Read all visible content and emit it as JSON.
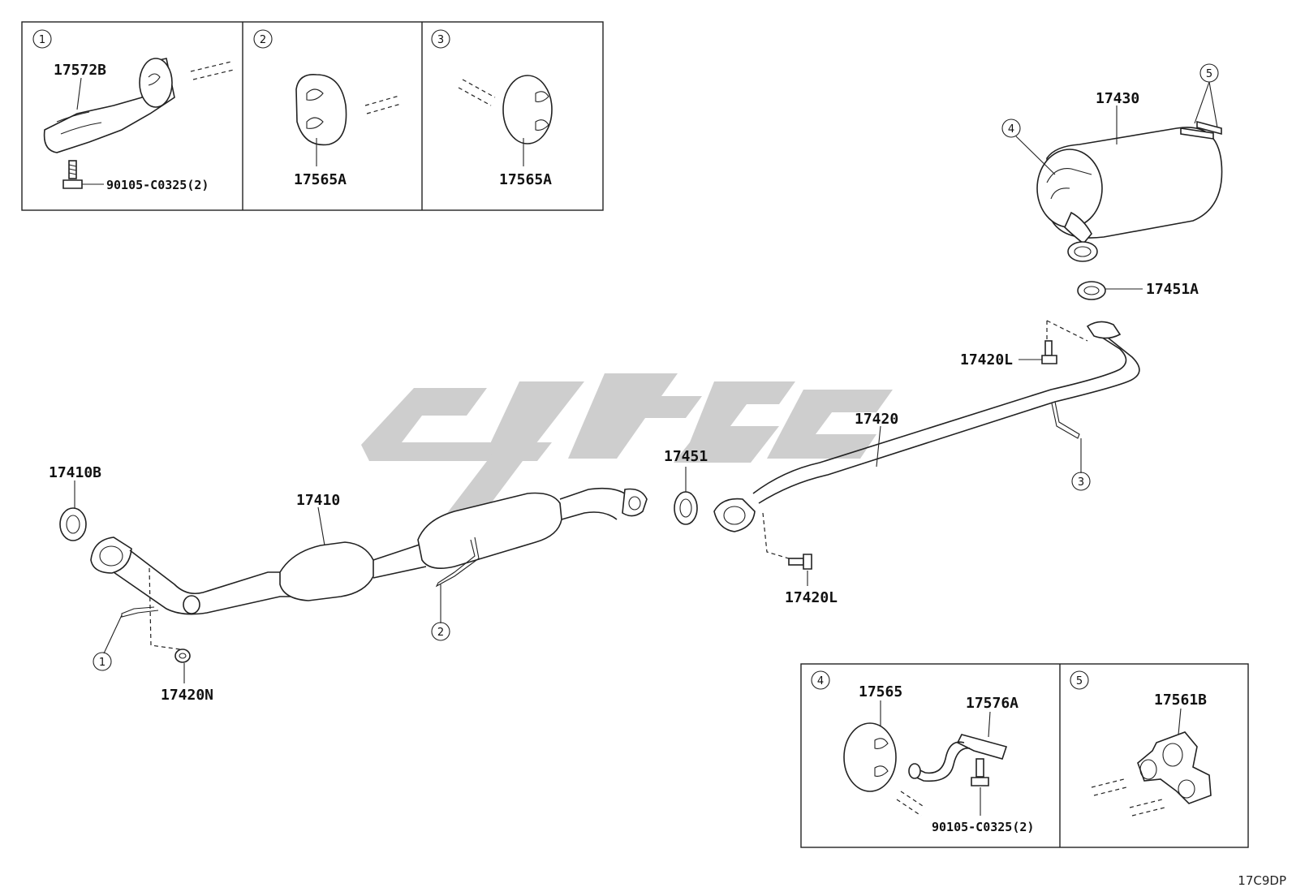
{
  "diagram": {
    "labels": {
      "p17572B": "17572B",
      "p90105_a": "90105-C0325(2)",
      "p17565A_a": "17565A",
      "p17565A_b": "17565A",
      "p17430": "17430",
      "p17451A": "17451A",
      "p17420L_a": "17420L",
      "p17420": "17420",
      "p17451": "17451",
      "p17410B": "17410B",
      "p17410": "17410",
      "p17420L_b": "17420L",
      "p17420N": "17420N",
      "p17565": "17565",
      "p17576A": "17576A",
      "p90105_b": "90105-C0325(2)",
      "p17561B": "17561B"
    },
    "callouts": {
      "c1": "1",
      "c2": "2",
      "c3": "3",
      "c4": "4",
      "c5": "5"
    },
    "diagram_code": "17C9DP"
  }
}
